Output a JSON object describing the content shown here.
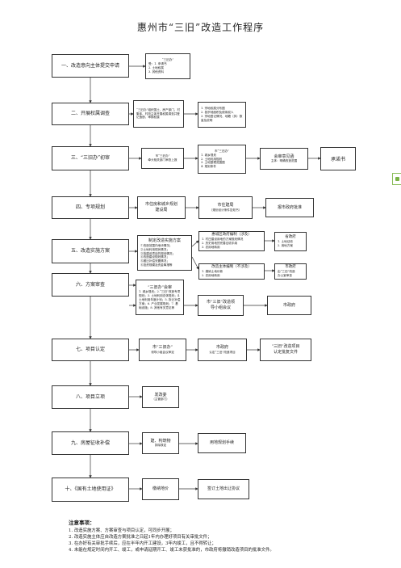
{
  "title": "惠州市“三旧”改造工作程序",
  "stages": {
    "s1": "一、改造意向主体提交申请",
    "s2": "二、开展权属调查",
    "s3": "三、“三旧办”初审",
    "s4": "四、专项规划",
    "s5": "五、改造实施方案",
    "s6": "六、方案审查",
    "s7": "七、项目认定",
    "s8": "八、项目立项",
    "s9": "九、房屋征收补偿",
    "s10": "十、《国有土地使用证》"
  },
  "b1_detail": {
    "head": "“三旧办”",
    "lines": [
      "受：1. 申请书",
      "2. 土地权属",
      "3. 其他资料"
    ]
  },
  "b2_mid": "“三旧办”组织国土、房产部门、村集体、村改主体开展权属调查并登记造册，审核权属",
  "b2_right": [
    "1. 宗地权属分布图",
    "2. 各宗地面积及使用权人",
    "3. 宗地登记情况、地籍（拆）数量及说明"
  ],
  "b3_mid": {
    "l1": "市“三旧办”",
    "l2": "牵头相关部门审查上报"
  },
  "b3_right": {
    "head": "市“三旧办”",
    "lines": [
      "1. 城乡规划",
      "2. 土地利用规划",
      "3. 土地整理范围图",
      "4. 规划条件"
    ]
  },
  "b3_approve": {
    "l1": "会审意见函",
    "l2": "主体：明确改造范围"
  },
  "b3_book": "承诺书",
  "b4_mid": {
    "l1": "市住房和城乡规划",
    "l2": "建设局"
  },
  "b4_right": {
    "l1": "市住建局",
    "l2": "（规划设计条件告知书）"
  },
  "b4_far": "报市政府批准",
  "b5_mid": {
    "head": "制定改造实施方案",
    "lines": [
      "①改造范围内地块情况；",
      "②土地利用现状情况；",
      "③拟建设项目的规划情况；",
      "④改造建设规划情况；",
      "⑤搬迁补偿安置情况；",
      "⑥投资规模及资金筹措等"
    ]
  },
  "b5_top": {
    "head": "惠城区政府编制（涉及）",
    "lines": [
      "1. 村庄建设用地的方案规划情况",
      "2. 历史用地的完善征收手续",
      "3. 农用地转用"
    ]
  },
  "b5_top_r": {
    "head": "省政府",
    "lines": [
      "1. 土地征收",
      "2. 用地方案"
    ]
  },
  "b5_bot": {
    "head": "改造主体编制（不涉及）",
    "lines": [
      "1. 缴纳土地价款",
      "2. 农用地转用"
    ]
  },
  "b5_bot_r": {
    "head": "市政府",
    "lines": [
      "由“三旧”改造",
      "办公室审查"
    ]
  },
  "b6_detail": {
    "head": "“三旧办”会审",
    "lines": [
      "1. 城乡规划；2.“三旧”改造专项规划；3. 土地利用总体规划；4. 土地利用年度计划；5. 拆迁补偿方案；6. 产业发展规划；7. 基础设施；8. 其他有关意见等"
    ]
  },
  "b6_mid": {
    "l1": "市“三旧”改造领",
    "l2": "导小组会议"
  },
  "b6_right": "市政府",
  "b7_mid": {
    "l1": "市“三旧办”",
    "l2": "领导小组会议审定"
  },
  "b7_right": {
    "l1": "市政府",
    "l2": "认定“三旧”改造项目"
  },
  "b7_far": {
    "l1": "“三旧”改造项目",
    "l2": "认定批复文件"
  },
  "b8_mid": {
    "l1": "发改委",
    "l2": "（主管部门）"
  },
  "b9_mid": {
    "l1": "建、构筑物",
    "l2": "拆除核定"
  },
  "b9_right": "用地规划手续",
  "b10_mid": "缴纳地价",
  "b10_right": "签订土地出让协议",
  "notes": {
    "title": "注意事项：",
    "lines": [
      "1. 改造实施方案、方案审查与项目认定，可同步开展；",
      "2. 改造实施主体应自改造方案批准之日起1年内办理好项目有关审批文件；",
      "3. 在办好有关审批手续后，应在半年内开工建设，3年内竣工，且不得转让；",
      "4. 未能在规定时间内开工、竣工，或申请延期开工、竣工未获批准的，市政府将撤销改造项目的批准文件。"
    ]
  },
  "colors": {
    "line": "#333333",
    "box_border": "#333333",
    "side_icon": "#79b245"
  }
}
